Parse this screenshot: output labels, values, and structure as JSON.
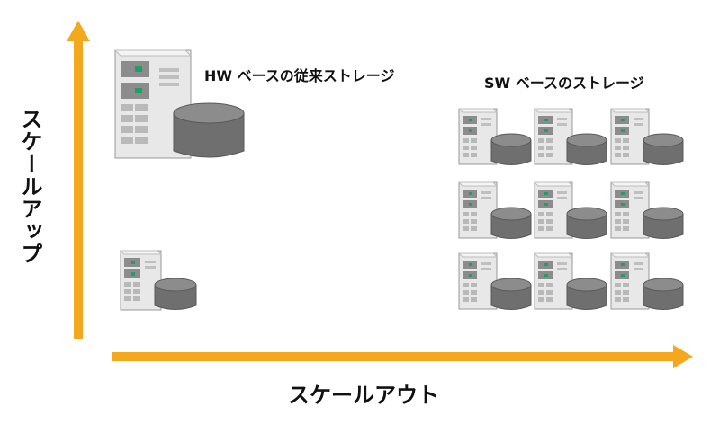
{
  "colors": {
    "arrow": "#f4a81d",
    "server_light": "#e8e8e8",
    "server_mid": "#b9b9b9",
    "server_dark": "#8c8c8c",
    "server_accent": "#1f9f68",
    "disk": "#6f6f6f"
  },
  "labels": {
    "hw_storage": "HW ベースの従来ストレージ",
    "sw_storage": "SW ベースのストレージ",
    "scale_up": "スケールアップ",
    "scale_out": "スケールアウト"
  },
  "icons": {
    "server": "server-with-disk-icon",
    "arrow": "arrow-icon"
  }
}
